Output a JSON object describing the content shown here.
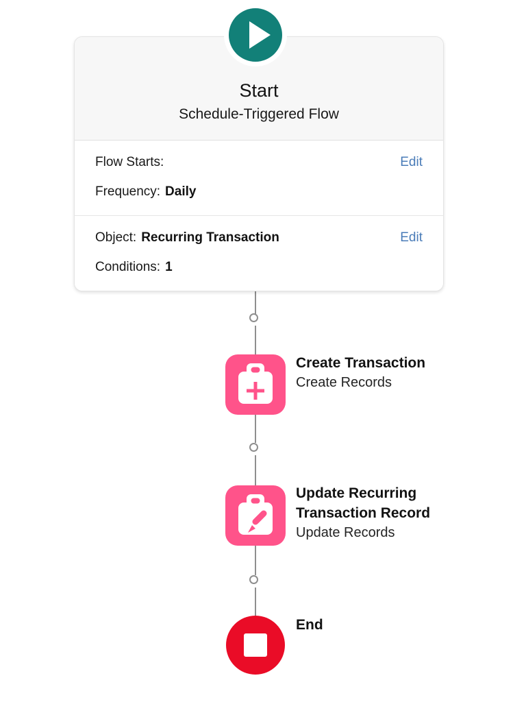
{
  "flow": {
    "start": {
      "title": "Start",
      "subtitle": "Schedule-Triggered Flow",
      "schedule_section": {
        "flow_starts_label": "Flow Starts:",
        "edit_label": "Edit",
        "frequency_label": "Frequency:",
        "frequency_value": "Daily"
      },
      "object_section": {
        "object_label": "Object:",
        "object_value": "Recurring Transaction",
        "edit_label": "Edit",
        "conditions_label": "Conditions:",
        "conditions_value": "1"
      }
    },
    "nodes": [
      {
        "title": "Create Transaction",
        "subtitle": "Create Records",
        "icon": "clipboard-plus-icon"
      },
      {
        "title": "Update Recurring Transaction Record",
        "subtitle": "Update Records",
        "icon": "clipboard-pencil-icon"
      }
    ],
    "end": {
      "label": "End"
    }
  },
  "colors": {
    "start_teal": "#128078",
    "action_pink": "#ff538a",
    "end_red": "#ea0c27",
    "link_blue": "#4a7cb8",
    "connector_gray": "#8e8e8e",
    "card_header_bg": "#f7f7f7"
  }
}
